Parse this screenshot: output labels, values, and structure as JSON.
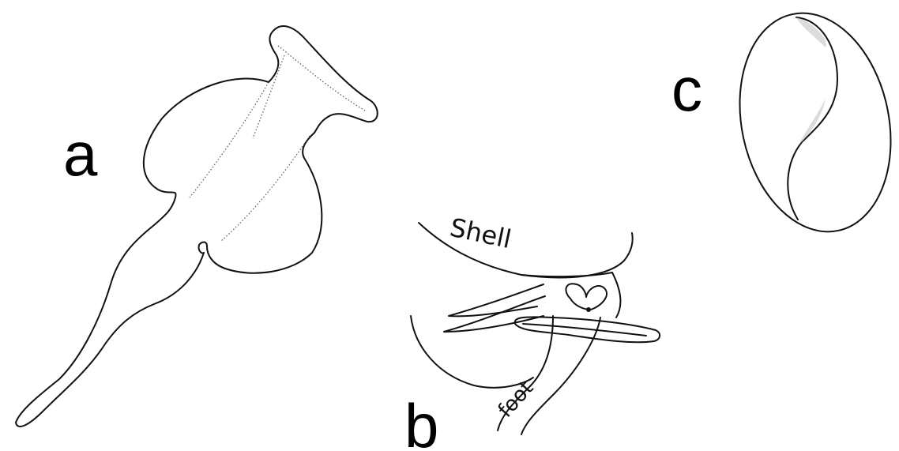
{
  "panels": {
    "a": {
      "letter": "a"
    },
    "b": {
      "letter": "b",
      "labels": {
        "shell": "Shell",
        "foot": "foot"
      }
    },
    "c": {
      "letter": "c"
    }
  },
  "colors": {
    "ink": "#111111",
    "background": "#ffffff"
  }
}
